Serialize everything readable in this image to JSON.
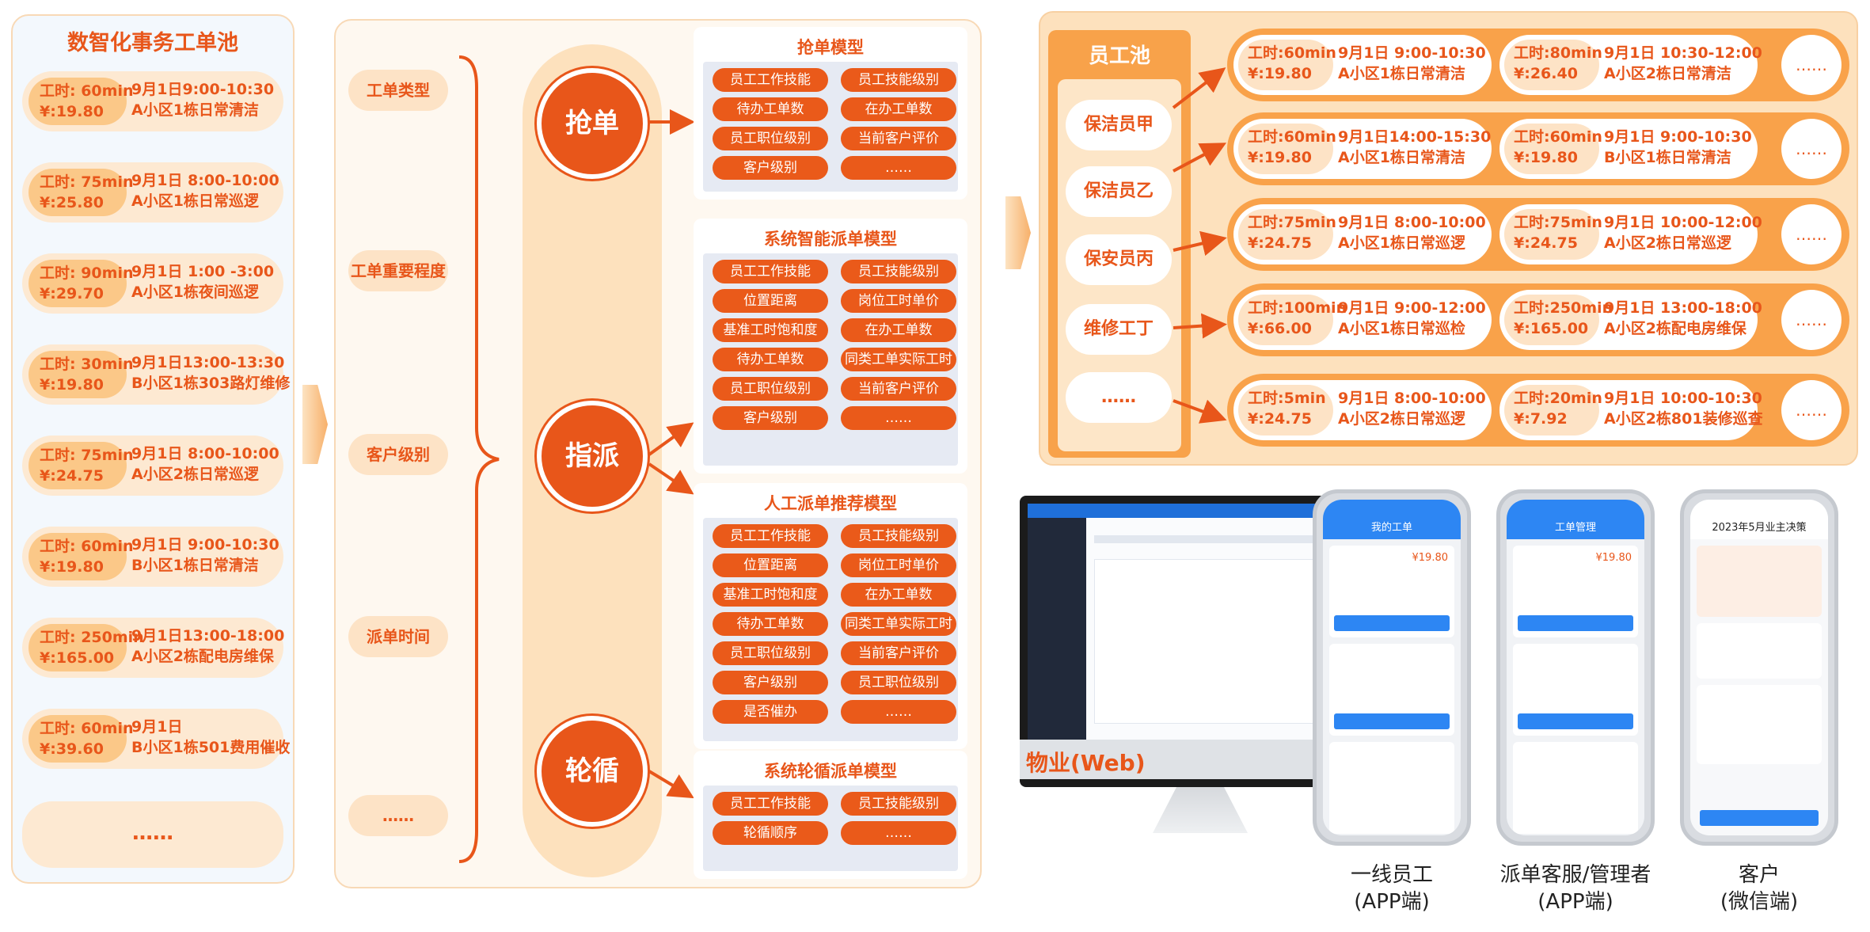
{
  "pool": {
    "title": "数智化事务工单池",
    "tickets": [
      {
        "hours": "工时: 60min",
        "price": "¥:19.80",
        "time": "9月1日9:00-10:30",
        "desc": "A小区1栋日常清洁"
      },
      {
        "hours": "工时:  75min",
        "price": "¥:25.80",
        "time": "9月1日 8:00-10:00",
        "desc": "A小区1栋日常巡逻"
      },
      {
        "hours": "工时: 90min",
        "price": "¥:29.70",
        "time": "9月1日 1:00 -3:00",
        "desc": "A小区1栋夜间巡逻"
      },
      {
        "hours": "工时: 30min",
        "price": "¥:19.80",
        "time": "9月1日13:00-13:30",
        "desc": "B小区1栋303路灯维修"
      },
      {
        "hours": "工时: 75min",
        "price": "¥:24.75",
        "time": "9月1日 8:00-10:00",
        "desc": "A小区2栋日常巡逻"
      },
      {
        "hours": "工时: 60min",
        "price": "¥:19.80",
        "time": "9月1日 9:00-10:30",
        "desc": "B小区1栋日常清洁"
      },
      {
        "hours": "工时: 250min",
        "price": "¥:165.00",
        "time": "9月1日13:00-18:00",
        "desc": "A小区2栋配电房维保"
      },
      {
        "hours": "工时: 60min",
        "price": "¥:39.60",
        "time": "9月1日",
        "desc": "B小区1栋501费用催收"
      }
    ],
    "more": "……"
  },
  "factors": [
    "工单类型",
    "工单重要程度",
    "客户级别",
    "派单时间",
    "……"
  ],
  "modes": [
    "抢单",
    "指派",
    "轮循"
  ],
  "models": [
    {
      "title": "抢单模型",
      "items": [
        "员工工作技能",
        "员工技能级别",
        "待办工单数",
        "在办工单数",
        "员工职位级别",
        "当前客户评价",
        "客户级别",
        "……"
      ]
    },
    {
      "title": "系统智能派单模型",
      "items": [
        "员工工作技能",
        "员工技能级别",
        "位置距离",
        "岗位工时单价",
        "基准工时饱和度",
        "在办工单数",
        "待办工单数",
        "同类工单实际工时",
        "员工职位级别",
        "当前客户评价",
        "客户级别",
        "……"
      ]
    },
    {
      "title": "人工派单推荐模型",
      "items": [
        "员工工作技能",
        "员工技能级别",
        "位置距离",
        "岗位工时单价",
        "基准工时饱和度",
        "在办工单数",
        "待办工单数",
        "同类工单实际工时",
        "员工职位级别",
        "当前客户评价",
        "客户级别",
        "员工职位级别",
        "是否催办",
        "……"
      ]
    },
    {
      "title": "系统轮循派单模型",
      "items": [
        "员工工作技能",
        "员工技能级别",
        "轮循顺序",
        "……"
      ]
    }
  ],
  "employee_pool": {
    "title": "员工池",
    "employees": [
      "保洁员甲",
      "保洁员乙",
      "保安员丙",
      "维修工丁",
      "……"
    ],
    "rows": [
      [
        {
          "hours": "工时:60min",
          "price": "¥:19.80",
          "time": "9月1日 9:00-10:30",
          "desc": "A小区1栋日常清洁"
        },
        {
          "hours": "工时:80min",
          "price": "¥:26.40",
          "time": "9月1日 10:30-12:00",
          "desc": "A小区2栋日常清洁"
        }
      ],
      [
        {
          "hours": "工时:60min",
          "price": "¥:19.80",
          "time": "9月1日14:00-15:30",
          "desc": "A小区1栋日常清洁"
        },
        {
          "hours": "工时:60min",
          "price": "¥:19.80",
          "time": "9月1日 9:00-10:30",
          "desc": "B小区1栋日常清洁"
        }
      ],
      [
        {
          "hours": "工时:75min",
          "price": "¥:24.75",
          "time": "9月1日 8:00-10:00",
          "desc": "A小区1栋日常巡逻"
        },
        {
          "hours": "工时:75min",
          "price": "¥:24.75",
          "time": "9月1日 10:00-12:00",
          "desc": "A小区2栋日常巡逻"
        }
      ],
      [
        {
          "hours": "工时:100min",
          "price": "¥:66.00",
          "time": "9月1日 9:00-12:00",
          "desc": "A小区1栋日常巡检"
        },
        {
          "hours": "工时:250min",
          "price": "¥:165.00",
          "time": "9月1日 13:00-18:00",
          "desc": "A小区2栋配电房维保"
        }
      ],
      [
        {
          "hours": "工时:5min",
          "price": "¥:24.75",
          "time": "9月1日 8:00-10:00",
          "desc": "A小区2栋日常巡逻"
        },
        {
          "hours": "工时:20min",
          "price": "¥:7.92",
          "time": "9月1日 10:00-10:30",
          "desc": "A小区2栋801装修巡查"
        }
      ]
    ],
    "more": "……"
  },
  "devices": {
    "web_label": "物业(Web)",
    "phone1": {
      "bar_title": "我的工单",
      "caption1": "一线员工",
      "caption2": "(APP端)",
      "price": "¥19.80"
    },
    "phone2": {
      "bar_title": "工单管理",
      "caption1": "派单客服/管理者",
      "caption2": "(APP端)",
      "price": "¥19.80"
    },
    "phone3": {
      "bar_title": "2023年5月业主决策",
      "caption1": "客户",
      "caption2": "(微信端)"
    }
  },
  "colors": {
    "accent": "#e8561a",
    "soft": "#fde3c6",
    "mid": "#f9a24a",
    "phone_blue": "#2d86f3"
  }
}
